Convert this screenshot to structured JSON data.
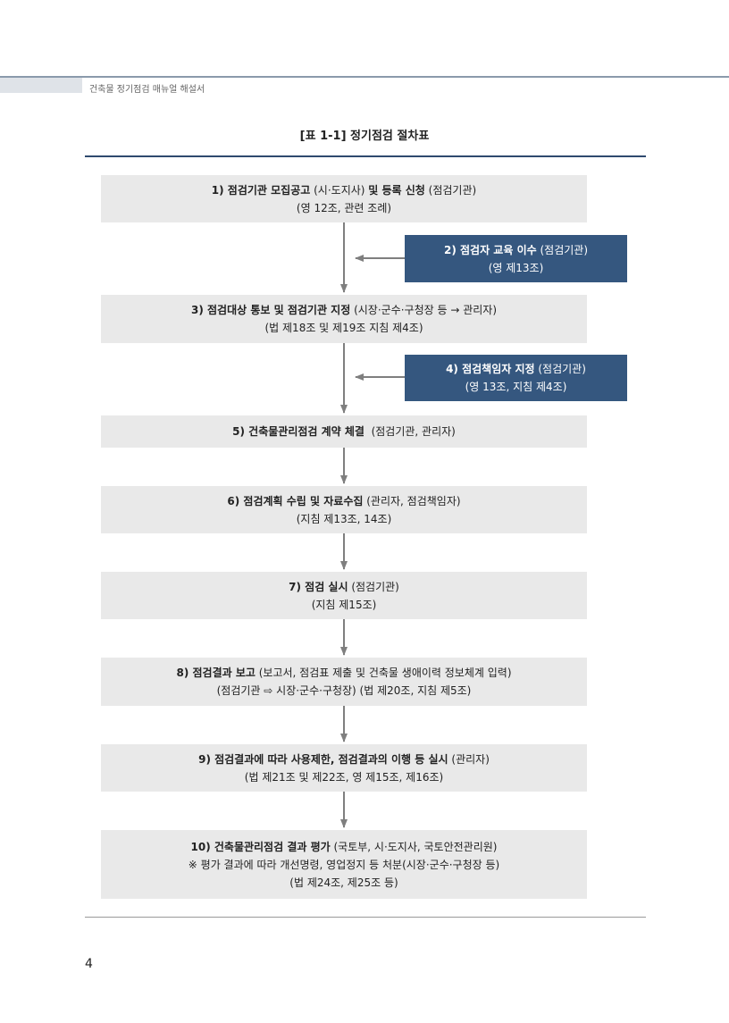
{
  "header": {
    "running_title": "건축물 정기점검 매뉴얼 해설서"
  },
  "title": "[표 1-1] 정기점검 절차표",
  "steps": {
    "s1": {
      "bold": "1) 점검기관 모집공고",
      "rest1": " (시·도지사) ",
      "bold2": "및 등록 신청",
      "rest2": " (점검기관)",
      "line2": "(영 12조, 관련 조례)"
    },
    "s2": {
      "bold": "2) 점검자 교육 이수",
      "rest": " (점검기관)",
      "line2": "(영 제13조)"
    },
    "s3": {
      "bold": "3) 점검대상 통보 및 점검기관 지정",
      "rest": " (시장·군수·구청장 등 → 관리자)",
      "line2": "(법 제18조 및 제19조 지침 제4조)"
    },
    "s4": {
      "bold": "4) 점검책임자 지정",
      "rest": " (점검기관)",
      "line2": "(영 13조, 지침 제4조)"
    },
    "s5": {
      "bold": "5) 건축물관리점검 계약 체결",
      "rest": "  (점검기관, 관리자)"
    },
    "s6": {
      "bold": "6) 점검계획 수립 및 자료수집",
      "rest": " (관리자, 점검책임자)",
      "line2": "(지침 제13조, 14조)"
    },
    "s7": {
      "bold": "7) 점검 실시",
      "rest": " (점검기관)",
      "line2": "(지침 제15조)"
    },
    "s8": {
      "bold": "8) 점검결과 보고",
      "rest": " (보고서, 점검표 제출 및 건축물 생애이력 정보체계 입력)",
      "line2": "(점검기관 ⇨ 시장·군수·구청장) (법 제20조, 지침 제5조)"
    },
    "s9": {
      "bold": "9) 점검결과에 따라 사용제한, 점검결과의 이행 등 실시",
      "rest": " (관리자)",
      "line2": "(법 제21조 및 제22조, 영 제15조, 제16조)"
    },
    "s10": {
      "bold": "10) 건축물관리점검 결과 평가",
      "rest": " (국토부, 시·도지사, 국토안전관리원)",
      "line2": "※ 평가 결과에 따라 개선명령, 영업정지 등 처분(시장·군수·구청장 등)",
      "line3": "(법 제24조, 제25조 등)"
    }
  },
  "page_number": "4",
  "colors": {
    "box_bg": "#e9e9e9",
    "side_box_bg": "#35577f",
    "rule": "#2f4a6e",
    "arrow": "#7f7f7f"
  }
}
